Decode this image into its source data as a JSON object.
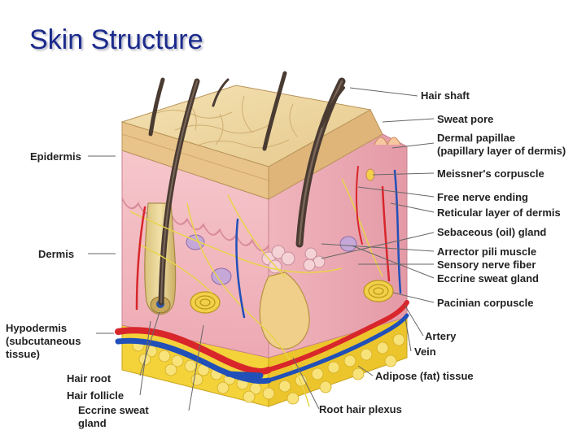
{
  "title": "Skin Structure",
  "colors": {
    "title": "#1a2a8c",
    "epidermis_top": "#efd9a2",
    "dermis": "#f2b7bf",
    "fat": "#f3d23a",
    "artery": "#d8262b",
    "vein": "#2050b8",
    "hair": "#4a3b32",
    "nerve": "#e8d44a"
  },
  "labels_left": {
    "epidermis": "Epidermis",
    "dermis": "Dermis",
    "hypodermis": [
      "Hypodermis",
      "(subcutaneous",
      "tissue)"
    ],
    "hair_root": "Hair root",
    "hair_follicle": "Hair follicle",
    "eccrine_sweat_gland": [
      "Eccrine sweat",
      "gland"
    ]
  },
  "labels_right": {
    "hair_shaft": "Hair shaft",
    "sweat_pore": "Sweat pore",
    "dermal_papillae": [
      "Dermal papillae",
      "(papillary layer of dermis)"
    ],
    "meissners_corpuscle": "Meissner's corpuscle",
    "free_nerve_ending": "Free nerve ending",
    "reticular_layer": "Reticular layer of dermis",
    "sebaceous_gland": "Sebaceous (oil) gland",
    "arrector_pili": "Arrector pili muscle",
    "sensory_nerve_fiber": "Sensory nerve fiber",
    "eccrine_sweat_gland": "Eccrine sweat gland",
    "pacinian_corpuscle": "Pacinian corpuscle",
    "artery": "Artery",
    "vein": "Vein",
    "adipose": "Adipose (fat) tissue",
    "root_hair_plexus": "Root hair plexus"
  }
}
